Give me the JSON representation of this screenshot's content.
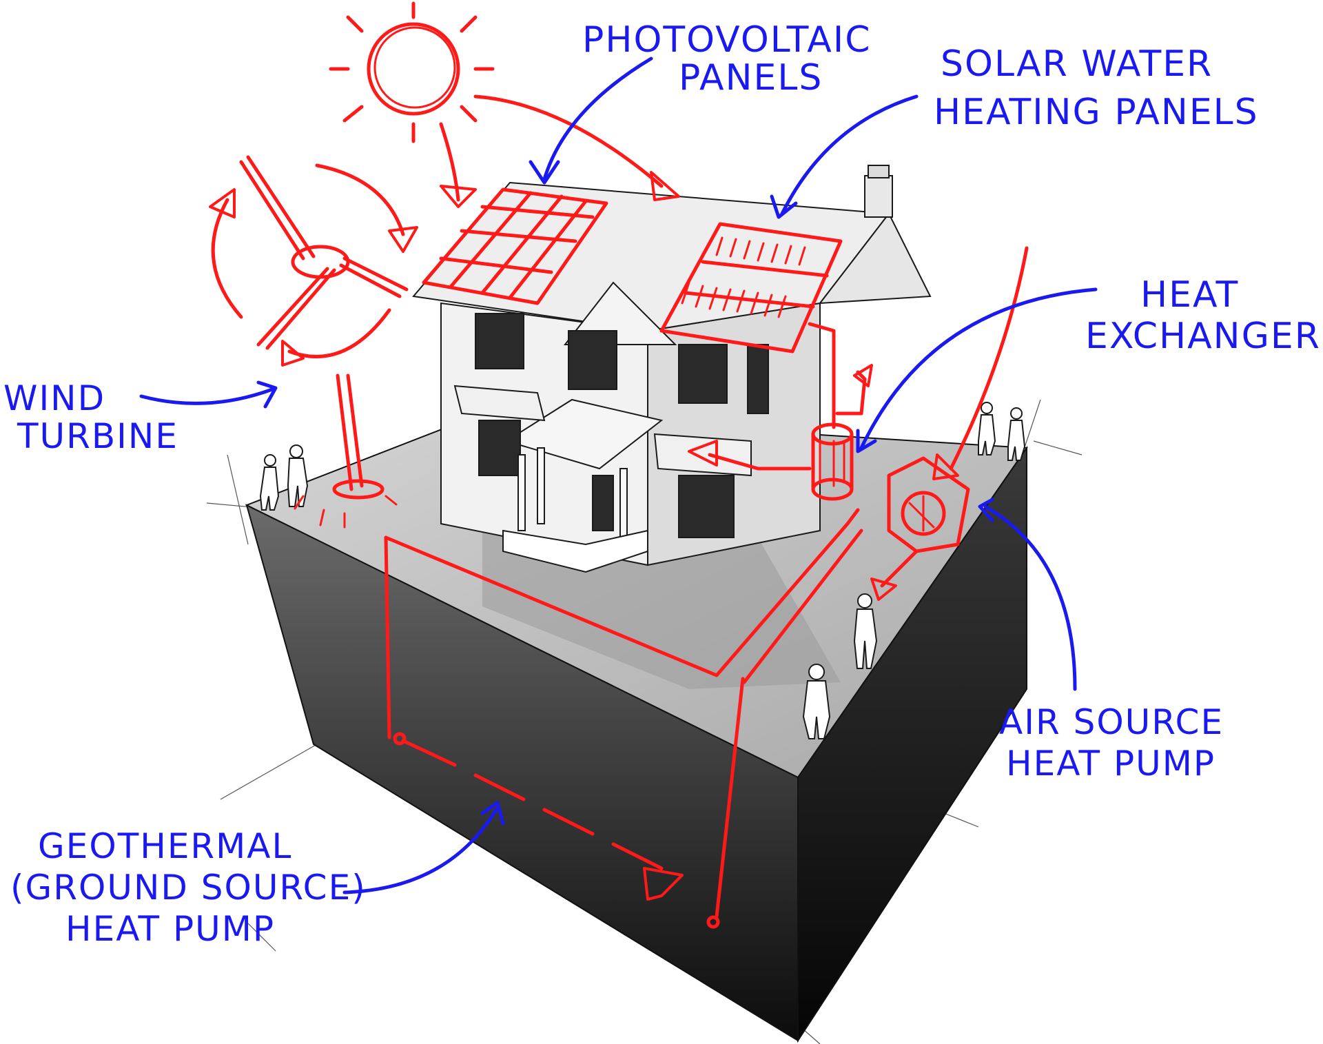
{
  "colors": {
    "annotation_blue": "#1a1af0",
    "sketch_red": "#ff1a1a",
    "ground_top": "#c8c8c8",
    "ground_side": "#4a4a4a",
    "house_wall": "#f4f4f4",
    "outline": "#1a1a1a"
  },
  "labels": {
    "photovoltaic": [
      "PHOTOVOLTAIC",
      "PANELS"
    ],
    "solar_water": [
      "SOLAR WATER",
      "HEATING PANELS"
    ],
    "heat_exchanger": [
      "HEAT",
      "EXCHANGER"
    ],
    "wind_turbine": [
      "WIND",
      "TURBINE"
    ],
    "air_source": [
      "AIR SOURCE",
      "HEAT PUMP"
    ],
    "geothermal": [
      "GEOTHERMAL",
      "(GROUND SOURCE)",
      "HEAT PUMP"
    ]
  },
  "icons": {
    "sun": "sun-icon",
    "wind_turbine": "wind-turbine-icon",
    "house": "house-icon",
    "people": "person-icon"
  }
}
